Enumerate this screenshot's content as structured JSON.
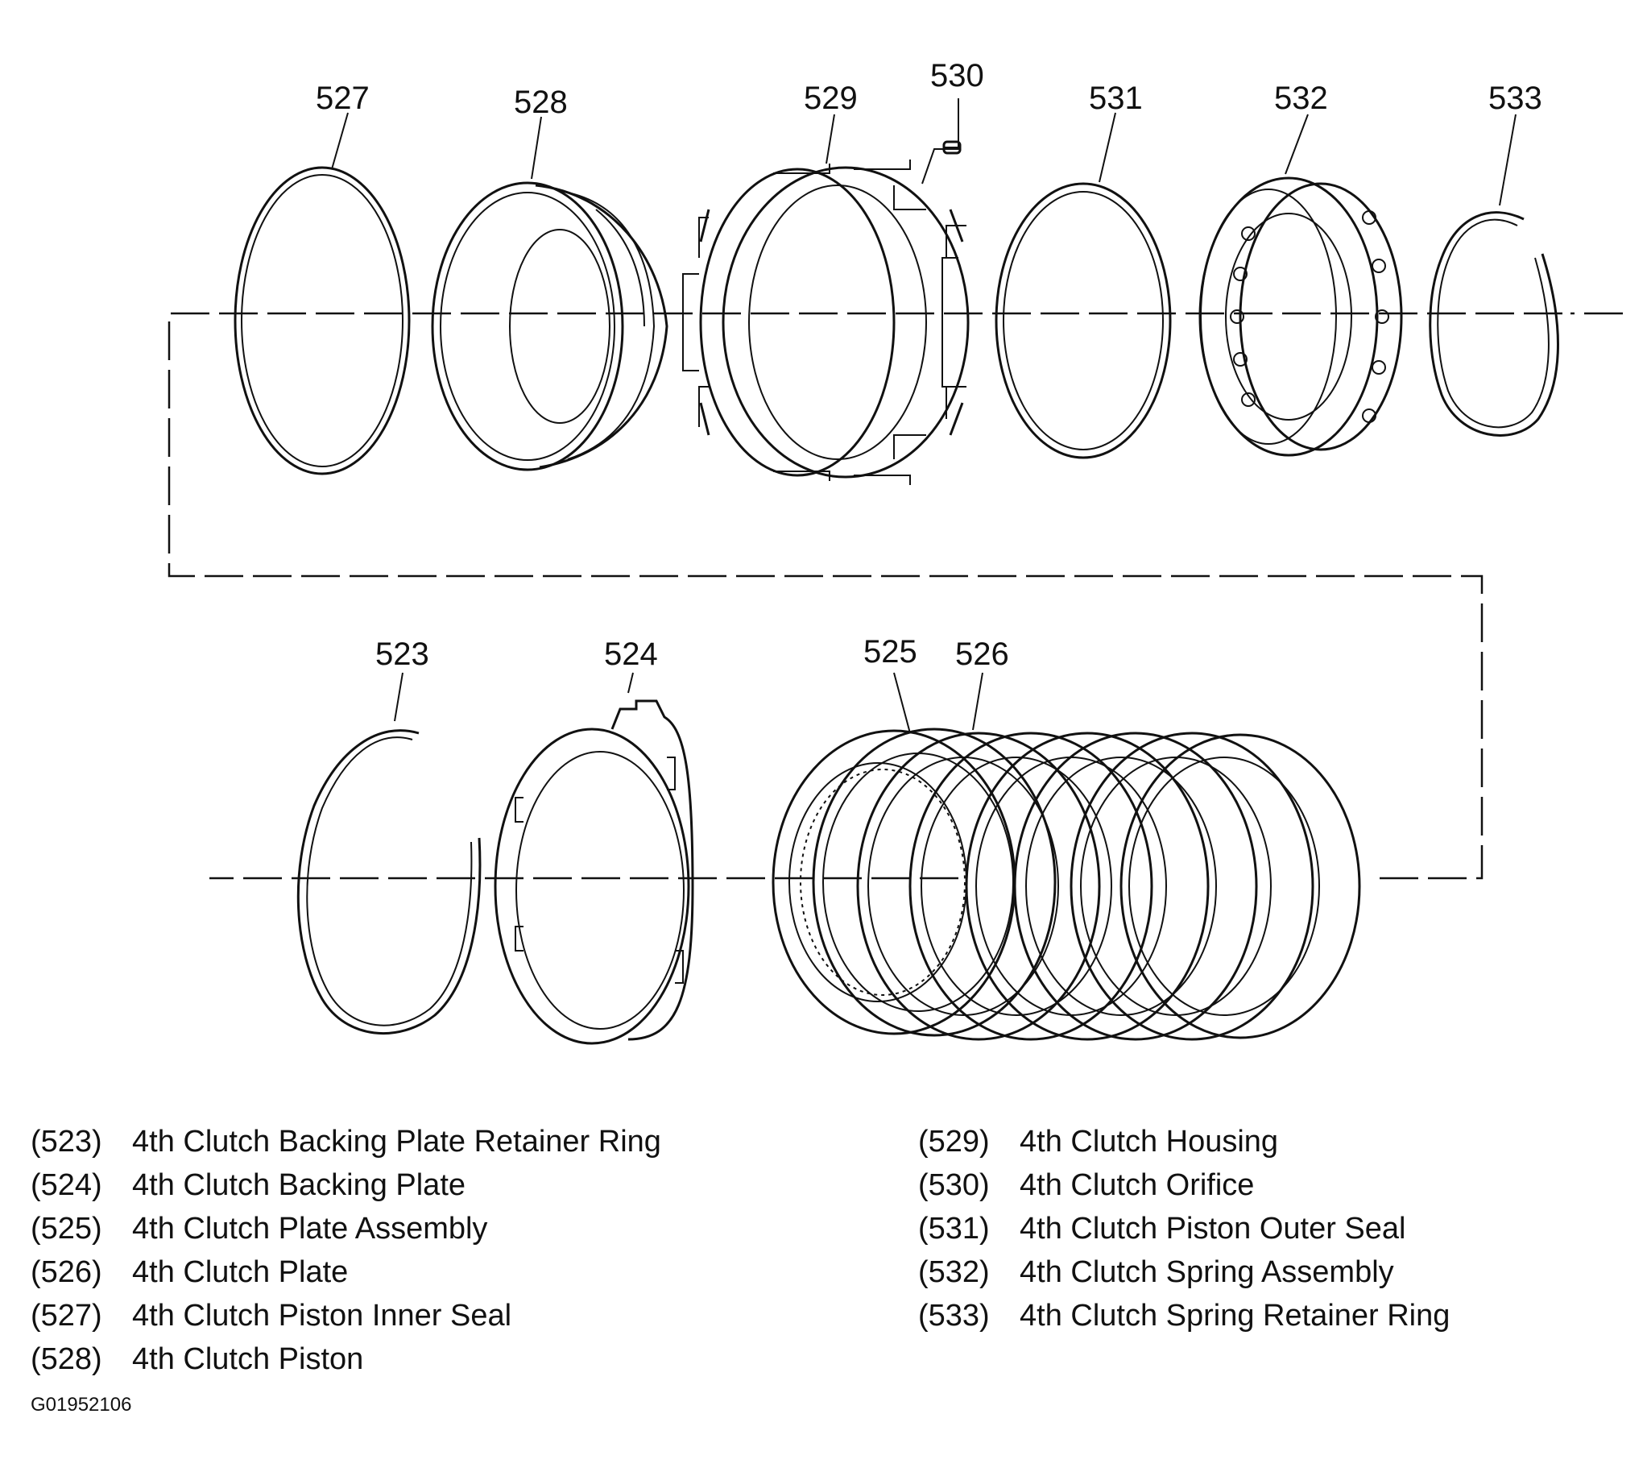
{
  "callouts": {
    "c523": "523",
    "c524": "524",
    "c525": "525",
    "c526": "526",
    "c527": "527",
    "c528": "528",
    "c529": "529",
    "c530": "530",
    "c531": "531",
    "c532": "532",
    "c533": "533"
  },
  "legend": {
    "left": [
      {
        "num": "(523)",
        "label": "4th Clutch Backing Plate Retainer Ring"
      },
      {
        "num": "(524)",
        "label": "4th Clutch Backing Plate"
      },
      {
        "num": "(525)",
        "label": "4th Clutch Plate Assembly"
      },
      {
        "num": "(526)",
        "label": "4th Clutch Plate"
      },
      {
        "num": "(527)",
        "label": "4th Clutch Piston Inner Seal"
      },
      {
        "num": "(528)",
        "label": "4th Clutch Piston"
      }
    ],
    "right": [
      {
        "num": "(529)",
        "label": "4th Clutch Housing"
      },
      {
        "num": "(530)",
        "label": "4th Clutch Orifice"
      },
      {
        "num": "(531)",
        "label": "4th Clutch Piston Outer Seal"
      },
      {
        "num": "(532)",
        "label": "4th Clutch Spring Assembly"
      },
      {
        "num": "(533)",
        "label": "4th Clutch Spring Retainer Ring"
      }
    ]
  },
  "figure_id": "G01952106"
}
